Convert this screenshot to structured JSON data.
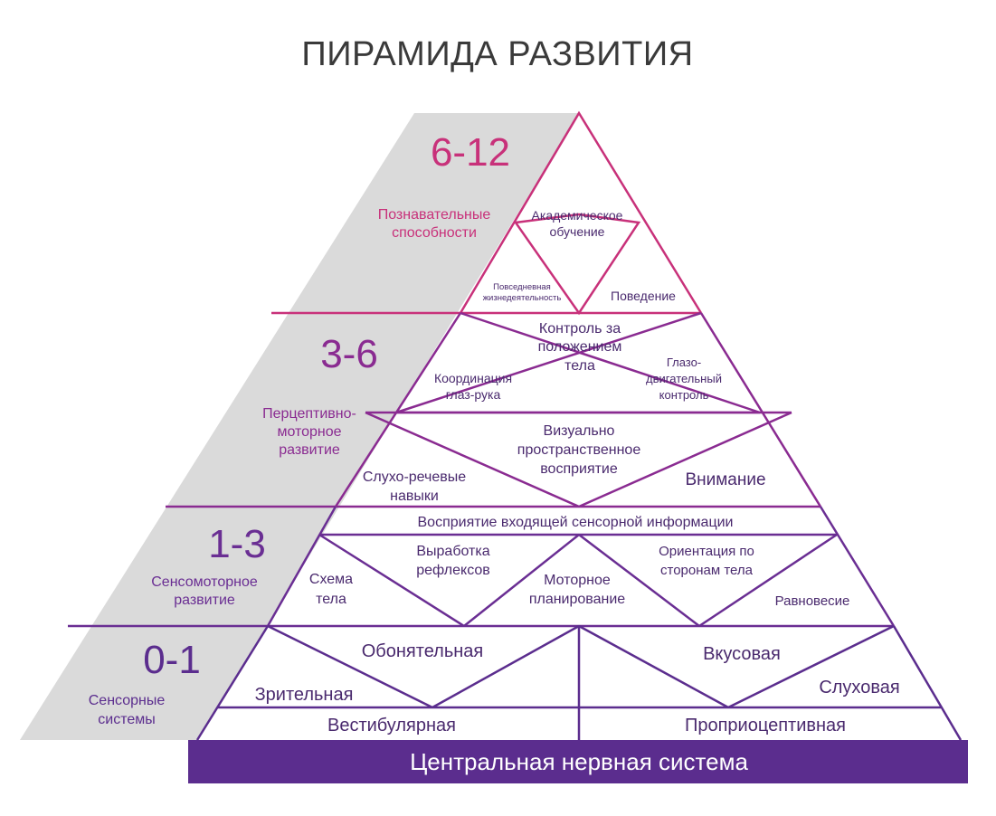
{
  "title": "ПИРАМИДА РАЗВИТИЯ",
  "colors": {
    "magenta": "#c8317a",
    "violet": "#8a2b91",
    "purple": "#6a2e93",
    "deep_purple": "#5b2d8e",
    "side_gray": "#dadada",
    "text_dark": "#4a2a6e"
  },
  "levels": {
    "l612": {
      "age": "6-12",
      "line1": "Познавательные",
      "line2": "способности"
    },
    "l36": {
      "age": "3-6",
      "line1": "Перцептивно-",
      "line2": "моторное",
      "line3": "развитие"
    },
    "l13": {
      "age": "1-3",
      "line1": "Сенсомоторное",
      "line2": "развитие"
    },
    "l01": {
      "age": "0-1",
      "line1": "Сенсорные",
      "line2": "системы"
    }
  },
  "cells": {
    "academic": {
      "line1": "Академическое",
      "line2": "обучение"
    },
    "daily": {
      "line1": "Повседневная",
      "line2": "жизнедеятельность"
    },
    "behavior": "Поведение",
    "posture": {
      "line1": "Контроль за",
      "line2": "положением",
      "line3": "тела"
    },
    "eyehand": {
      "line1": "Координация",
      "line2": "глаз-рука"
    },
    "oculomotor": {
      "line1": "Глазо-",
      "line2": "двигательный",
      "line3": "контроль"
    },
    "visual_spatial": {
      "line1": "Визуально",
      "line2": "пространственное",
      "line3": "восприятие"
    },
    "auditory_speech": {
      "line1": "Слухо-речевые",
      "line2": "навыки"
    },
    "attention": "Внимание",
    "sensory_input": "Восприятие входящей сенсорной информации",
    "reflexes": {
      "line1": "Выработка",
      "line2": "рефлексов"
    },
    "body_scheme": {
      "line1": "Схема",
      "line2": "тела"
    },
    "motor_planning": {
      "line1": "Моторное",
      "line2": "планирование"
    },
    "body_sides": {
      "line1": "Ориентация по",
      "line2": "сторонам тела"
    },
    "balance": "Равновесие",
    "olfactory": "Обонятельная",
    "visual": "Зрительная",
    "taste": "Вкусовая",
    "hearing": "Слуховая",
    "vestibular": "Вестибулярная",
    "proprioceptive": "Проприоцептивная"
  },
  "cns": "Центральная нервная система"
}
